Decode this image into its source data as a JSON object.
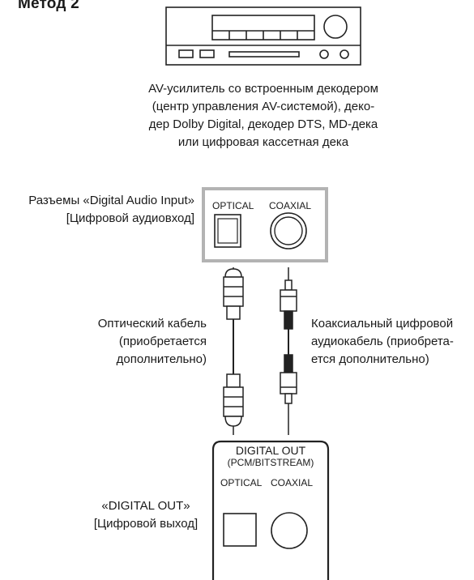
{
  "title": "Метод 2",
  "receiver_caption": [
    "AV-усилитель со встроенным декодером",
    "(центр управления AV-системой), деко-",
    "дер Dolby Digital, декодер DTS, MD-дека",
    "или цифровая кассетная дека"
  ],
  "input_label": [
    "Разъемы «Digital Audio Input»",
    "[Цифровой аудиовход]"
  ],
  "input_panel": {
    "optical": "OPTICAL",
    "coaxial": "COAXIAL"
  },
  "optical_cable_label": [
    "Оптический кабель",
    "(приобретается",
    "дополнительно)"
  ],
  "coax_cable_label": [
    "Коаксиальный цифровой",
    "аудиокабель (приобрета-",
    "ется дополнительно)"
  ],
  "output_label": [
    "«DIGITAL OUT»",
    "[Цифровой выход]"
  ],
  "output_panel": {
    "heading": "DIGITAL OUT",
    "subheading": "(PCM/BITSTREAM)",
    "optical": "OPTICAL",
    "coaxial": "COAXIAL"
  }
}
